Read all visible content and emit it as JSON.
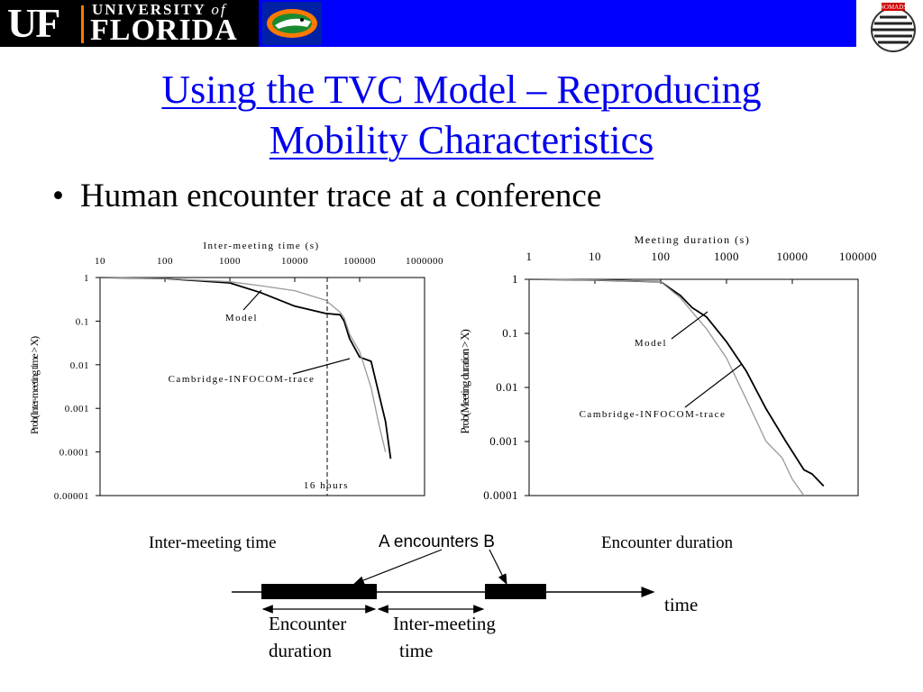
{
  "header": {
    "logo_text": "UF | UNIVERSITY of FLORIDA",
    "nomads_logo_text": "NOMADS"
  },
  "slide": {
    "title_line1": "Using the TVC Model – Reproducing",
    "title_line2": "Mobility Characteristics",
    "bullet": "Human encounter trace at a conference"
  },
  "chart_data": [
    {
      "type": "line",
      "title": "",
      "xlabel": "Inter-meeting time (s)",
      "ylabel": "Prob(Inter-meeting time > X)",
      "xscale": "log",
      "yscale": "log",
      "xlim": [
        10,
        1000000
      ],
      "ylim": [
        1e-05,
        1
      ],
      "x_ticks": [
        "10",
        "100",
        "1000",
        "10000",
        "100000",
        "1000000"
      ],
      "y_ticks": [
        "1",
        "0.1",
        "0.01",
        "0.001",
        "0.0001",
        "0.00001"
      ],
      "series": [
        {
          "name": "Model",
          "color": "#000000",
          "x": [
            10,
            100,
            1000,
            3000,
            10000,
            30000,
            50000,
            57600,
            70000,
            100000,
            150000,
            200000,
            250000,
            300000
          ],
          "y": [
            1,
            0.95,
            0.75,
            0.45,
            0.22,
            0.15,
            0.14,
            0.1,
            0.04,
            0.015,
            0.012,
            0.002,
            0.0005,
            7e-05
          ]
        },
        {
          "name": "Cambridge-INFOCOM-trace",
          "color": "#999999",
          "x": [
            10,
            100,
            1000,
            3000,
            10000,
            30000,
            50000,
            57600,
            70000,
            100000,
            150000,
            200000,
            250000
          ],
          "y": [
            1,
            0.95,
            0.8,
            0.65,
            0.5,
            0.3,
            0.16,
            0.12,
            0.05,
            0.02,
            0.003,
            0.0004,
            0.0001
          ]
        }
      ],
      "annotations": [
        {
          "text": "Model"
        },
        {
          "text": "Cambridge-INFOCOM-trace"
        },
        {
          "text": "16 hours",
          "x": 57600
        }
      ]
    },
    {
      "type": "line",
      "title": "",
      "xlabel": "Meeting duration (s)",
      "ylabel": "Prob(Meeting duration > X)",
      "xscale": "log",
      "yscale": "log",
      "xlim": [
        1,
        100000
      ],
      "ylim": [
        0.0001,
        1
      ],
      "x_ticks": [
        "1",
        "10",
        "100",
        "1000",
        "10000",
        "100000"
      ],
      "y_ticks": [
        "1",
        "0.1",
        "0.01",
        "0.001",
        "0.0001"
      ],
      "series": [
        {
          "name": "Model",
          "color": "#000000",
          "x": [
            1,
            10,
            100,
            200,
            300,
            500,
            1000,
            2000,
            4000,
            8000,
            15000,
            20000,
            30000
          ],
          "y": [
            1,
            0.97,
            0.9,
            0.5,
            0.3,
            0.2,
            0.07,
            0.02,
            0.004,
            0.001,
            0.0003,
            0.00025,
            0.00015
          ]
        },
        {
          "name": "Cambridge-INFOCOM-trace",
          "color": "#999999",
          "x": [
            1,
            10,
            100,
            200,
            300,
            500,
            1000,
            2000,
            4000,
            7000,
            10000,
            15000
          ],
          "y": [
            1,
            0.97,
            0.9,
            0.45,
            0.25,
            0.12,
            0.035,
            0.006,
            0.001,
            0.0005,
            0.0002,
            0.0001
          ]
        }
      ],
      "annotations": [
        {
          "text": "Model"
        },
        {
          "text": "Cambridge-INFOCOM-trace"
        }
      ]
    }
  ],
  "captions": {
    "left": "Inter-meeting time",
    "center": "A encounters B",
    "right": "Encounter duration"
  },
  "timeline": {
    "time_label": "time",
    "encounter_label_line1": "Encounter",
    "encounter_label_line2": "duration",
    "intermeeting_label_line1": "Inter-meeting",
    "intermeeting_label_line2": "time"
  }
}
